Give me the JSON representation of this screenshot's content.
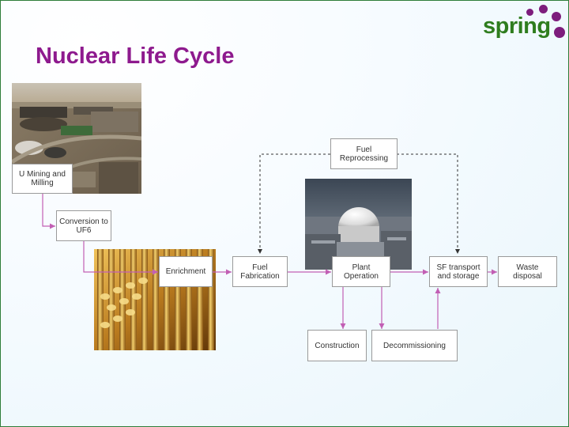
{
  "slide": {
    "title": "Nuclear Life Cycle",
    "logo_text": "spring"
  },
  "colors": {
    "title": "#8e1a8e",
    "logo_text": "#2f7d1e",
    "logo_dots": "#7d1d7d",
    "arrow": "#c25fb4",
    "dashed_arrow": "#333333",
    "border": "#2e7d3a"
  },
  "photos": [
    "mining-site-aerial-photo",
    "fuel-rod-bundle-photo",
    "nuclear-reactor-dome-photo"
  ],
  "diagram": {
    "nodes": {
      "mining": "U Mining and\nMilling",
      "conversion": "Conversion to\nUF6",
      "enrichment": "Enrichment",
      "fuel_fabrication": "Fuel\nFabrication",
      "fuel_reprocessing": "Fuel\nReprocessing",
      "plant_operation": "Plant\nOperation",
      "sf_transport": "SF transport\nand storage",
      "waste_disposal": "Waste\ndisposal",
      "construction": "Construction",
      "decommissioning": "Decommissioning"
    },
    "edges": [
      {
        "from": "mining",
        "to": "conversion",
        "style": "solid"
      },
      {
        "from": "conversion",
        "to": "enrichment",
        "style": "solid"
      },
      {
        "from": "enrichment",
        "to": "fuel_fabrication",
        "style": "solid"
      },
      {
        "from": "fuel_fabrication",
        "to": "plant_operation",
        "style": "solid"
      },
      {
        "from": "plant_operation",
        "to": "sf_transport",
        "style": "solid"
      },
      {
        "from": "sf_transport",
        "to": "waste_disposal",
        "style": "solid"
      },
      {
        "from": "plant_operation",
        "to": "construction",
        "style": "solid"
      },
      {
        "from": "plant_operation",
        "to": "decommissioning",
        "style": "solid"
      },
      {
        "from": "decommissioning",
        "to": "sf_transport",
        "style": "solid"
      },
      {
        "from": "fuel_reprocessing",
        "to": "fuel_fabrication",
        "style": "dashed"
      },
      {
        "from": "fuel_reprocessing",
        "to": "sf_transport",
        "style": "dashed"
      }
    ]
  }
}
